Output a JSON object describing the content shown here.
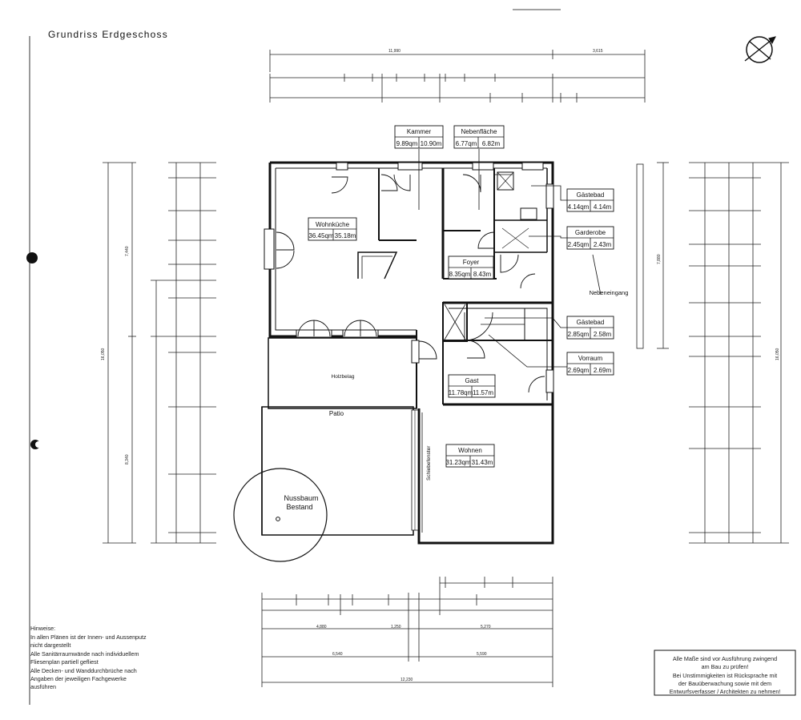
{
  "title": "Grundriss Erdgeschoss",
  "rooms": [
    {
      "id": "kammer",
      "name": "Kammer",
      "a1": "9.89qm",
      "a2": "10.90m"
    },
    {
      "id": "nebenflache",
      "name": "Nebenfläche",
      "a1": "6.77qm",
      "a2": "6.82m"
    },
    {
      "id": "wohnkuche",
      "name": "Wohnküche",
      "a1": "36.45qm",
      "a2": "35.18m"
    },
    {
      "id": "gastebad1",
      "name": "Gästebad",
      "a1": "4.14qm",
      "a2": "4.14m"
    },
    {
      "id": "garderobe",
      "name": "Garderobe",
      "a1": "2.45qm",
      "a2": "2.43m"
    },
    {
      "id": "foyer",
      "name": "Foyer",
      "a1": "8.35qm",
      "a2": "8.43m"
    },
    {
      "id": "gastebad2",
      "name": "Gästebad",
      "a1": "2.85qm",
      "a2": "2.58m"
    },
    {
      "id": "vorraum",
      "name": "Vorraum",
      "a1": "2.69qm",
      "a2": "2.69m"
    },
    {
      "id": "gast",
      "name": "Gast",
      "a1": "11.78qm",
      "a2": "11.57m"
    },
    {
      "id": "wohnen",
      "name": "Wohnen",
      "a1": "31.23qm",
      "a2": "31.43m"
    }
  ],
  "labels": {
    "holzbelag": "Holzbelag",
    "patio": "Patio",
    "nebeneingang": "Nebeneingang",
    "schiebefenster": "Schiebefenster",
    "nussbaum1": "Nussbaum",
    "nussbaum2": "Bestand"
  },
  "dims": {
    "top_total": "11,990",
    "top_right": "3,615",
    "bottom_total": "12,230",
    "bottom_left": "6,540",
    "bottom_right": "5,590",
    "bottom_mid1": "4,880",
    "bottom_mid2": "5,270",
    "bottom_mid3": "1,250",
    "left_total": "16,050",
    "right_total": "16,050",
    "left_upper": "7,440",
    "left_lower": "8,340",
    "right_upper": "7,880"
  },
  "notes_left": [
    "Hinweise:",
    "In allen Plänen ist der Innen- und Aussenputz",
    "nicht dargestellt",
    "Alle Sanitärraumwände nach individuellem",
    "Fliesenplan partiell gefliest",
    "Alle Decken- und Wanddurchbrüche nach",
    "Angaben der jeweiligen Fachgewerke",
    "ausführen"
  ],
  "notes_right": [
    "Alle Maße sind vor Ausführung zwingend",
    "am Bau zu prüfen!",
    "Bei Unstimmigkeiten ist Rücksprache mit",
    "der Bauüberwachung sowie mit dem",
    "Entwurfsverfasser / Architekten zu nehmen!"
  ]
}
